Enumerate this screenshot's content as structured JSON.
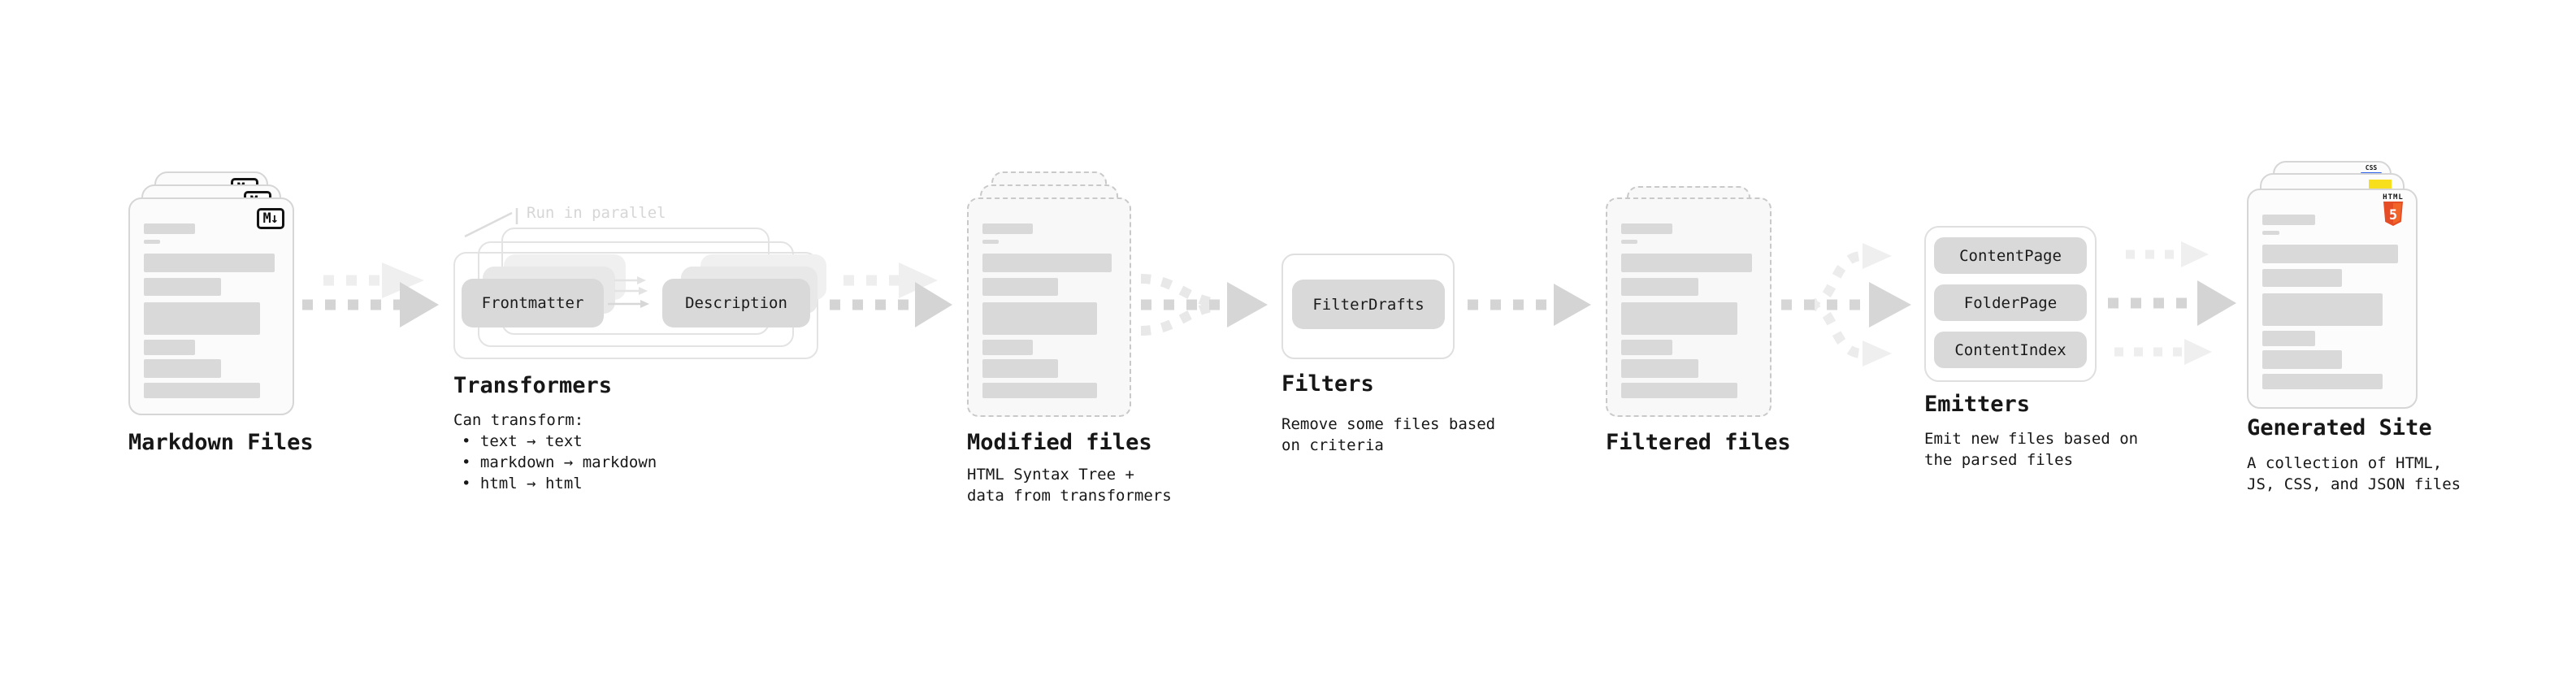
{
  "sections": {
    "markdown_files": {
      "label": "Markdown Files",
      "badge": "M↓"
    },
    "transformers": {
      "label": "Transformers",
      "annotation": "Run in parallel",
      "pill_frontmatter": "Frontmatter",
      "pill_description": "Description",
      "description_heading": "Can transform:",
      "bullets": [
        "• text → text",
        "• markdown → markdown",
        "• html → html"
      ]
    },
    "modified_files": {
      "label": "Modified files",
      "description_lines": [
        "HTML Syntax Tree +",
        "data from transformers"
      ]
    },
    "filters": {
      "label": "Filters",
      "pill_filterdrafts": "FilterDrafts",
      "description_lines": [
        "Remove some files based",
        "on criteria"
      ]
    },
    "filtered_files": {
      "label": "Filtered files"
    },
    "emitters": {
      "label": "Emitters",
      "pill_contentpage": "ContentPage",
      "pill_folderpage": "FolderPage",
      "pill_contentindex": "ContentIndex",
      "description_lines": [
        "Emit new files based on",
        "the parsed files"
      ]
    },
    "generated_site": {
      "label": "Generated Site",
      "description_lines": [
        "A collection of HTML,",
        "JS, CSS, and JSON files"
      ],
      "css_badge": "CSS",
      "html_badge": "HTML",
      "html_badge_number": "5"
    }
  },
  "colors": {
    "placeholder_gray": "#d9d9d9",
    "arrow_gray": "#d4d4d4",
    "ghost_arrow_gray": "#ededed",
    "js_yellow": "#f7df1e",
    "css_blue": "#2b62e9",
    "html5_orange": "#e44d26",
    "html5_orange_light": "#f16529"
  }
}
